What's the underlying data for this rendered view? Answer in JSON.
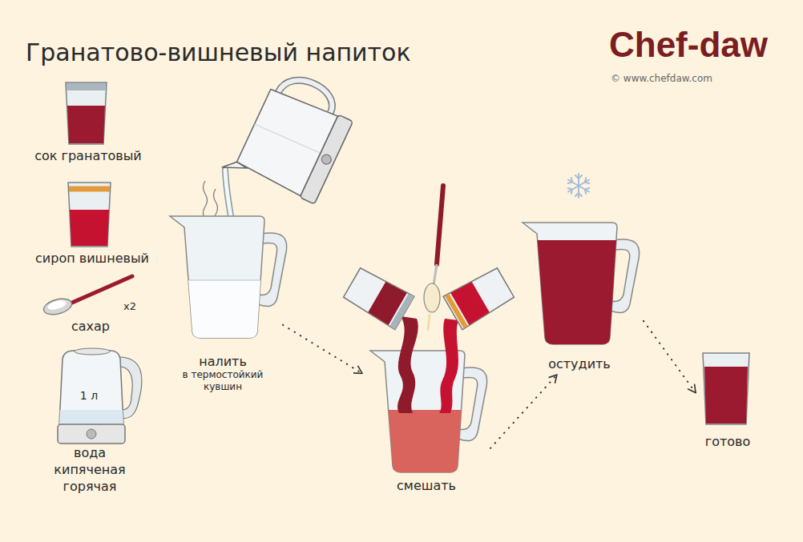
{
  "diagram": {
    "title": "Гранатово-вишневый напиток",
    "nodes": [
      {
        "text": [
          "налить",
          "в термостойкий кувшин"
        ]
      },
      {
        "text": [
          "смешать"
        ]
      },
      {
        "text": [
          "остудить"
        ]
      },
      {
        "text": [
          "готово"
        ]
      }
    ],
    "edges": [
      {
        "from": 0,
        "to": 1,
        "arrow": "to"
      },
      {
        "from": 1,
        "to": 2,
        "arrow": "to"
      },
      {
        "from": 2,
        "to": 3,
        "arrow": "to"
      }
    ],
    "labels": [
      "сок гранатовый",
      "сироп вишневый",
      "x2",
      "сахар",
      "1 л",
      "вода кипяченая горячая",
      "Chef-daw",
      "© www.chefdaw.com"
    ]
  }
}
